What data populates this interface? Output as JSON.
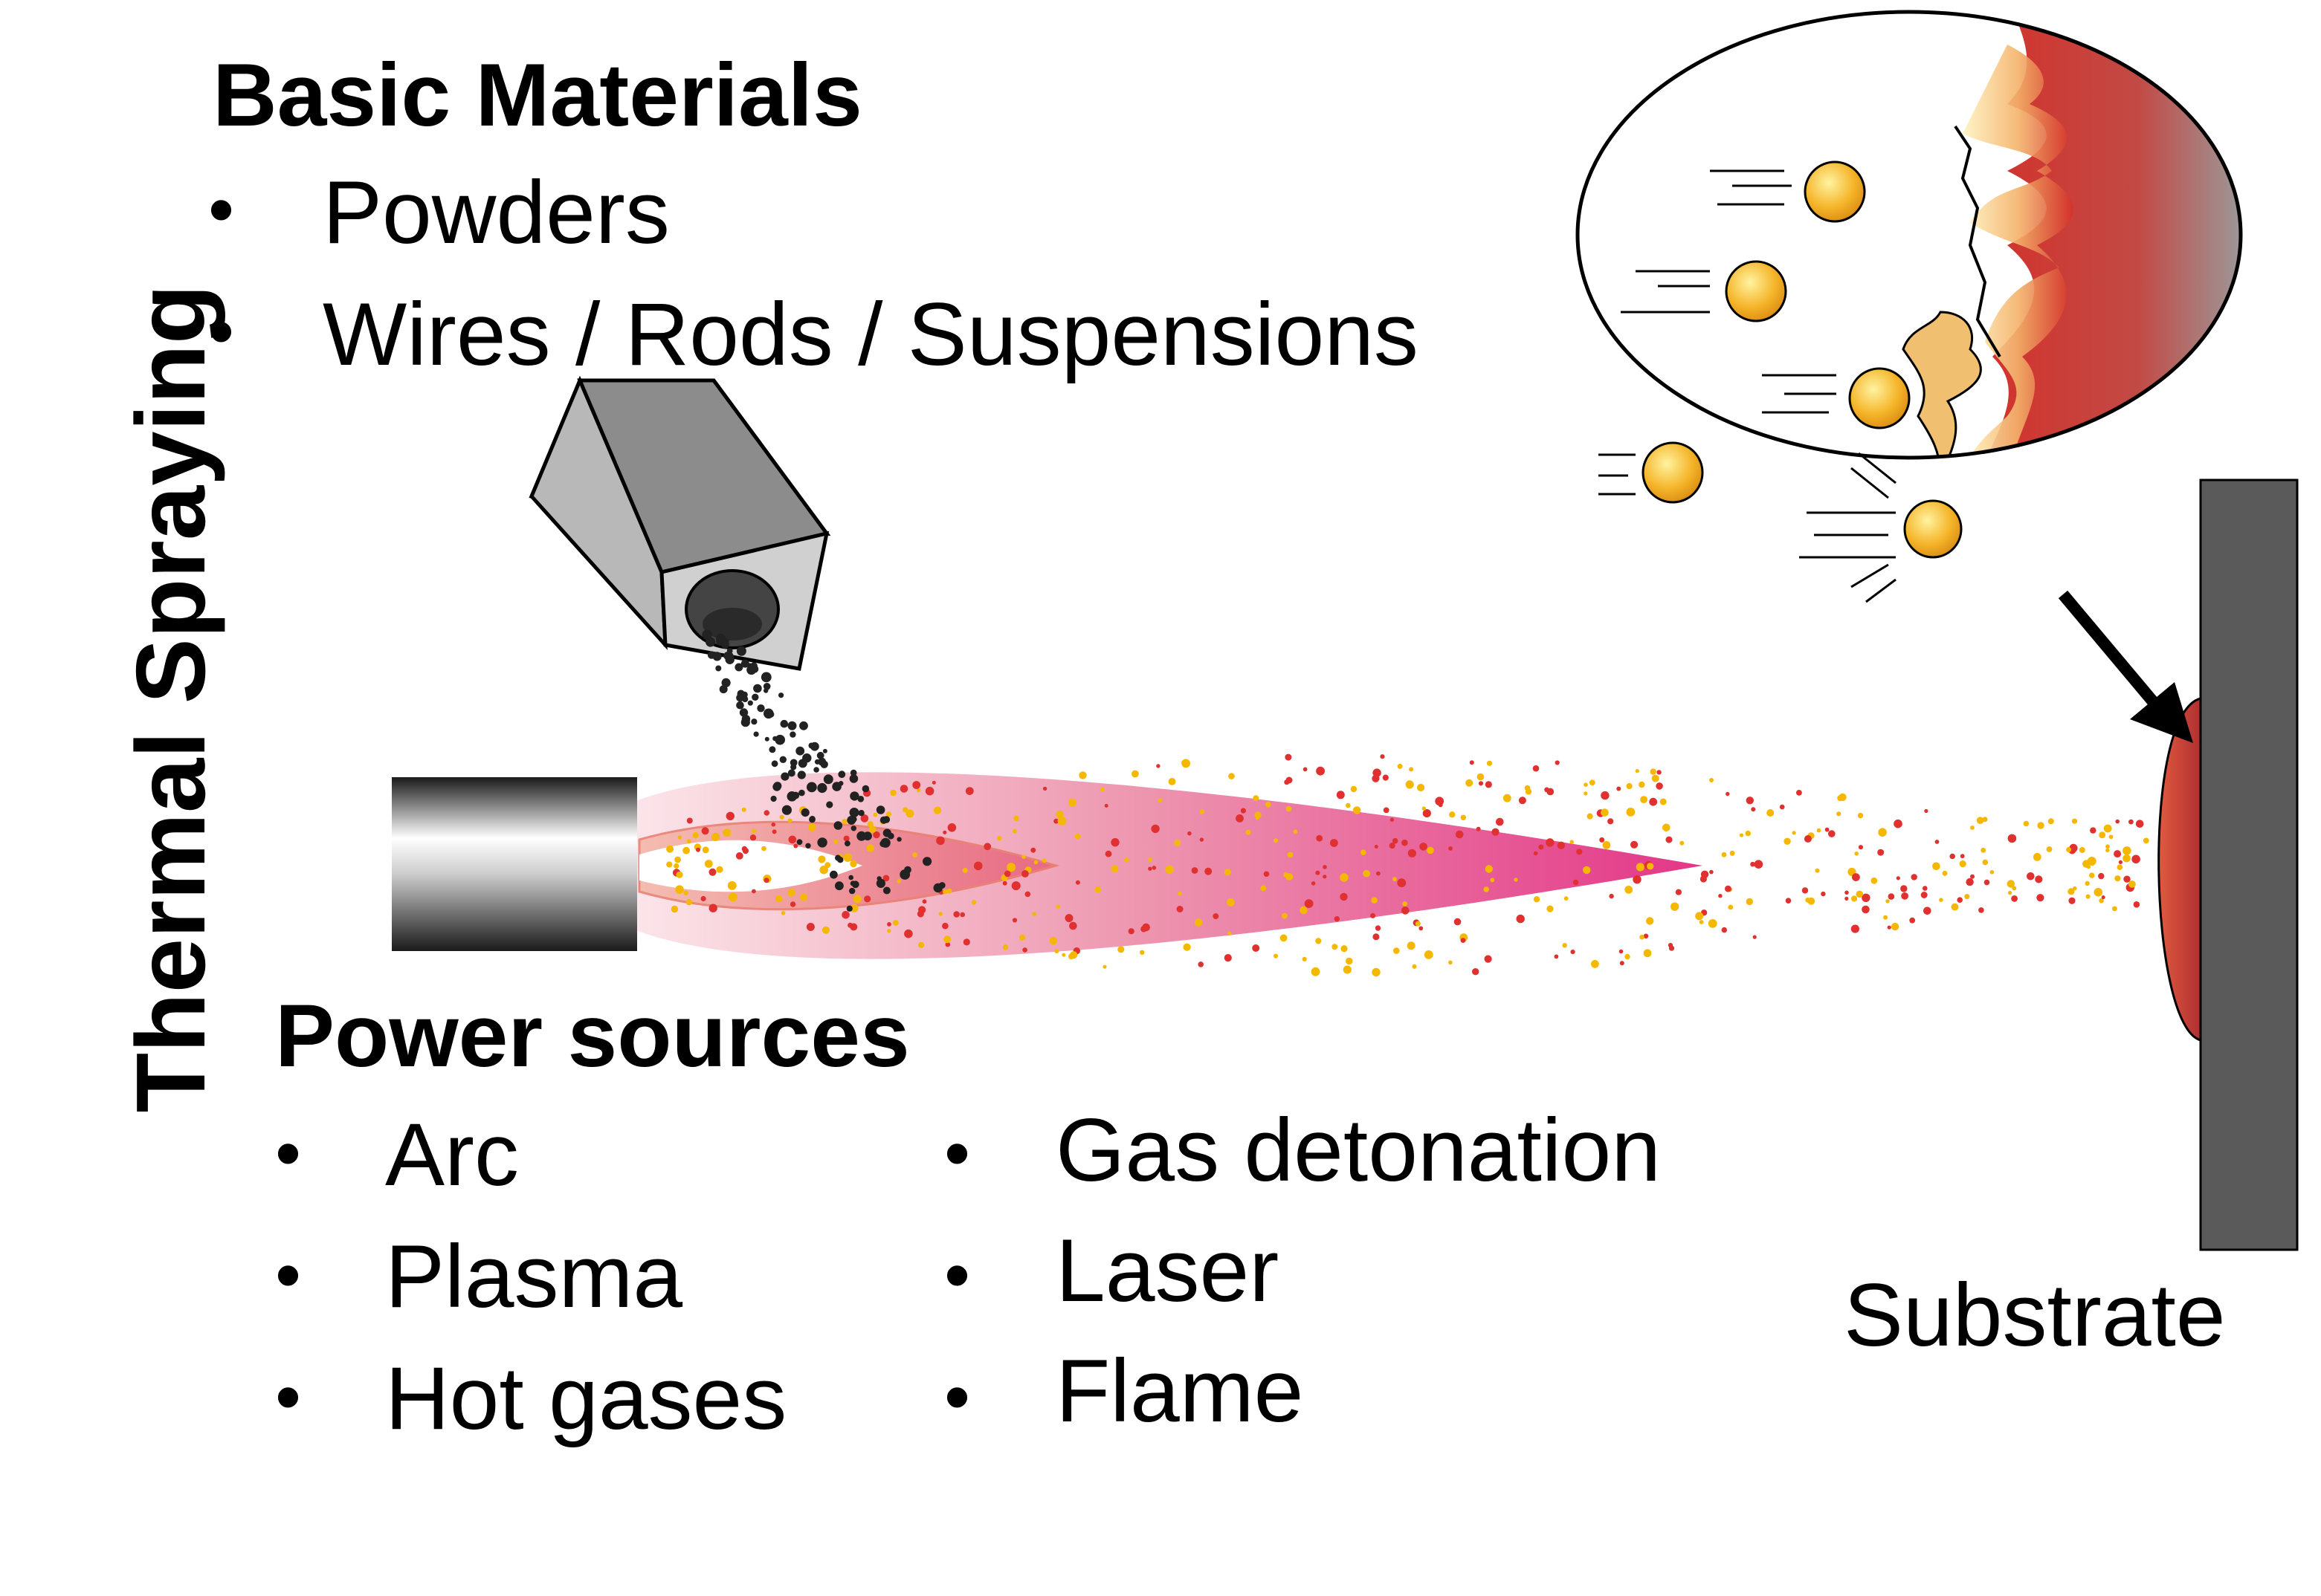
{
  "title": "Thermal Spraying",
  "basic_materials": {
    "heading": "Basic Materials",
    "items": [
      "Powders",
      "Wires / Rods / Suspensions"
    ]
  },
  "power_sources": {
    "heading": "Power sources",
    "column1": [
      "Arc",
      "Plasma",
      "Hot gases"
    ],
    "column2": [
      "Gas detonation",
      "Laser",
      "Flame"
    ]
  },
  "substrate_label": "Substrate",
  "colors": {
    "flame": "#e02a7a",
    "particle_hot": "#f5b800",
    "particle_red": "#e03030",
    "splat_red": "#c0302a",
    "substrate": "#5a5a5a",
    "feeder": "#b8b8b8"
  },
  "icons": [
    "powder-feeder-icon",
    "spray-gun-icon",
    "magnified-coating-icon",
    "arrow-icon"
  ]
}
